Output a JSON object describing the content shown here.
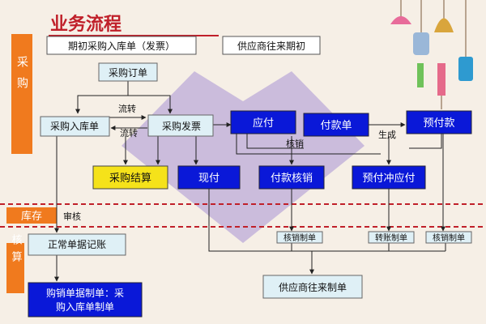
{
  "title": "业务流程",
  "sections": {
    "purchase": "采购",
    "inventory": "库存",
    "accounting": "核算"
  },
  "headers": {
    "opening_purchase": "期初采购入库单（发票）",
    "opening_supplier": "供应商往来期初"
  },
  "nodes": {
    "purchase_order": "采购订单",
    "purchase_receipt": "采购入库单",
    "purchase_invoice": "采购发票",
    "payable": "应付",
    "payment_bill": "付款单",
    "prepayment": "预付款",
    "purchase_settlement": "采购结算",
    "cash_payment": "现付",
    "payment_writeoff": "付款核销",
    "prepay_offset": "预付冲应付",
    "writeoff_bill_1": "核销制单",
    "transfer_bill": "转账制单",
    "writeoff_bill_2": "核销制单",
    "normal_posting": "正常单据记账",
    "sales_bill_line1": "购销单据制单：采",
    "sales_bill_line2": "购入库单制单",
    "supplier_bill": "供应商往来制单"
  },
  "edge_labels": {
    "flow_1": "流转",
    "flow_2": "流转",
    "writeoff": "核销",
    "generate": "生成",
    "audit": "审核"
  },
  "colors": {
    "background": "#f6efe6",
    "section_tag": "#f07a1e",
    "dark_node": "#0a18d8",
    "light_node": "#dff0f6",
    "yellow_node": "#f5e21a",
    "heart": "#c3b3d9"
  }
}
